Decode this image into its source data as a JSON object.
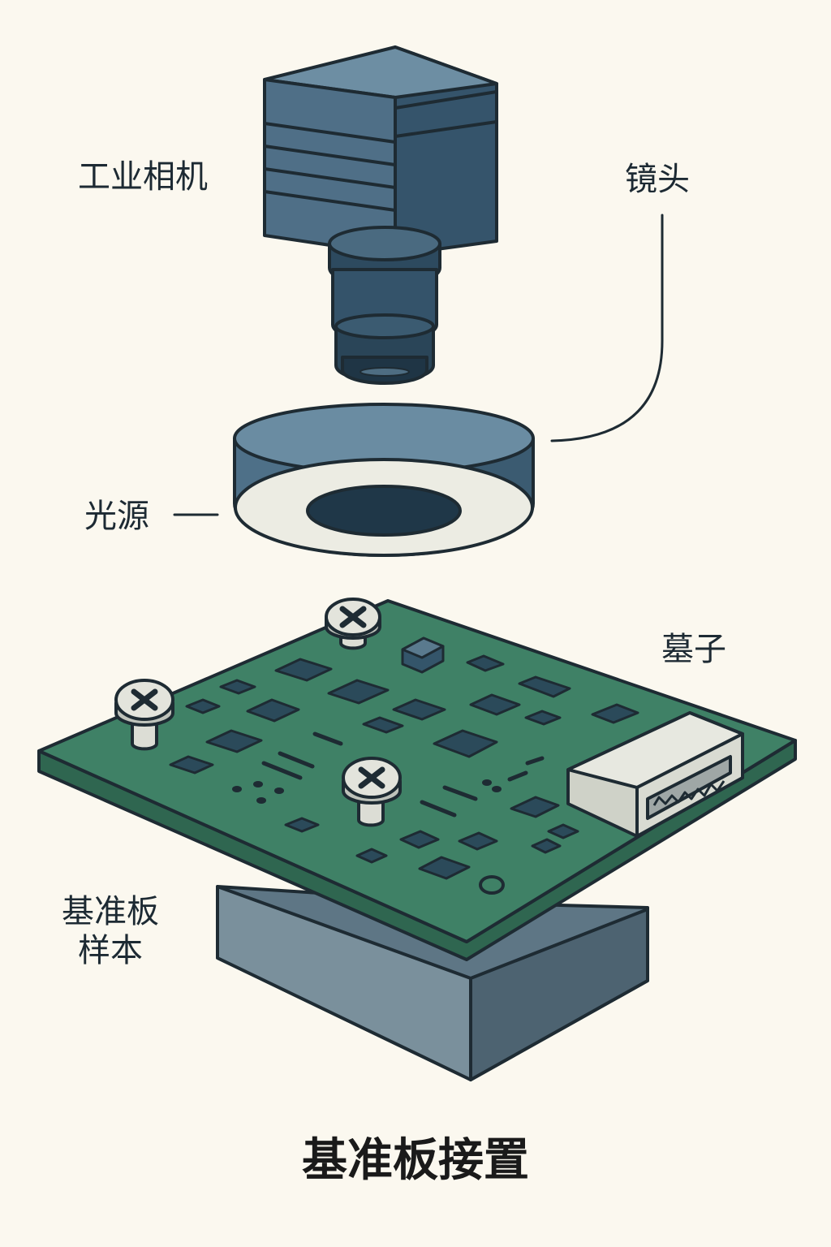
{
  "labels": {
    "camera": "工业相机",
    "lens": "镜头",
    "light_source": "光源",
    "substrate": "墓子",
    "board_line1": "基准板",
    "board_line2": "样本"
  },
  "title": "基准板接置",
  "colors": {
    "background": "#fbf8ef",
    "camera_body": "#4d6b82",
    "lens": "#35536a",
    "ring_light": "#5a7e96",
    "pcb": "#3f7d66",
    "base_block": "#6f8796",
    "outline": "#1e2b33"
  }
}
